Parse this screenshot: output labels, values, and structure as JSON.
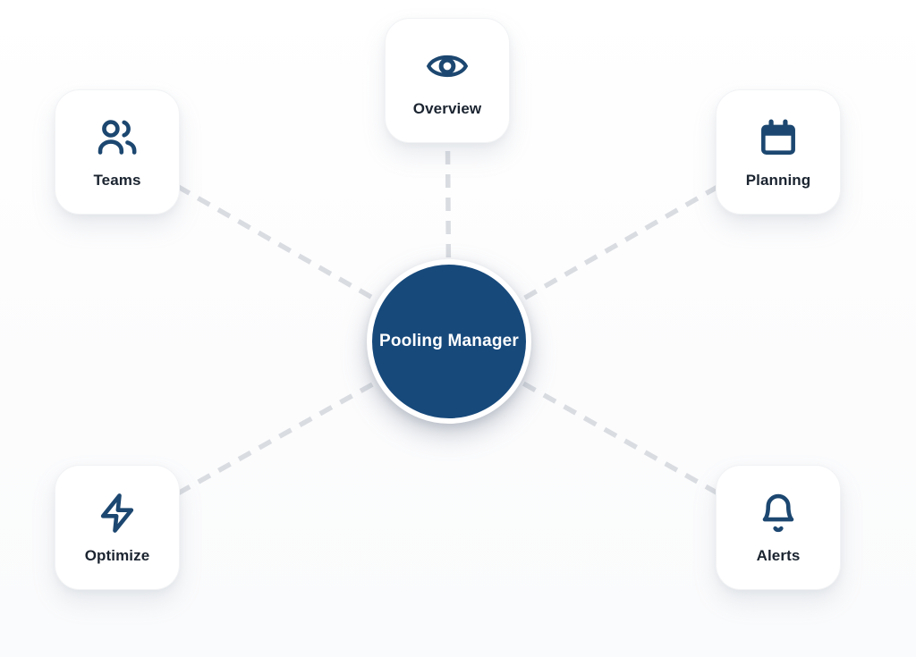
{
  "diagram": {
    "center": {
      "label": "Pooling Manager"
    },
    "nodes": [
      {
        "id": "overview",
        "label": "Overview",
        "icon": "eye-icon"
      },
      {
        "id": "teams",
        "label": "Teams",
        "icon": "users-icon"
      },
      {
        "id": "planning",
        "label": "Planning",
        "icon": "calendar-icon"
      },
      {
        "id": "optimize",
        "label": "Optimize",
        "icon": "lightning-icon"
      },
      {
        "id": "alerts",
        "label": "Alerts",
        "icon": "bell-icon"
      }
    ],
    "colors": {
      "hub_fill": "#17497b",
      "icon_navy": "#1c4770",
      "label_text": "#1b2430",
      "connector_gray": "#d9dce1",
      "card_background": "#ffffff"
    }
  }
}
